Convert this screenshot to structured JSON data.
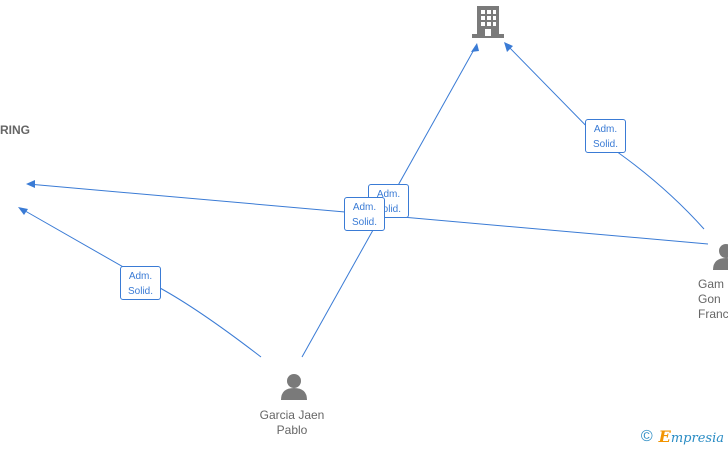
{
  "colors": {
    "edge": "#3a7bd5",
    "node_icon": "#7a7a7a",
    "text": "#666666",
    "brand_blue": "#2a8cc4",
    "brand_orange": "#f29400"
  },
  "nodes": {
    "company_top": {
      "icon": "building-icon"
    },
    "company_left": {
      "label": "RING",
      "icon": "none"
    },
    "person_bottom": {
      "label": "Garcia Jaen\nPablo",
      "icon": "person-icon"
    },
    "person_right": {
      "label": "Gam\nGon\nFranc",
      "icon": "person-icon"
    }
  },
  "edges": [
    {
      "from": "person_bottom",
      "to": "company_top",
      "role_line1": "Adm.",
      "role_line2": "Solid."
    },
    {
      "from": "person_right",
      "to": "company_top",
      "role_line1": "Adm.",
      "role_line2": "Solid."
    },
    {
      "from": "person_right",
      "to": "company_left",
      "role_line1": "Adm.",
      "role_line2": "Solid."
    },
    {
      "from": "person_bottom",
      "to": "company_left",
      "role_line1": "Adm.",
      "role_line2": "Solid."
    }
  ],
  "footer": {
    "copyright": "©",
    "brand_first": "E",
    "brand_rest": "mpresia"
  }
}
